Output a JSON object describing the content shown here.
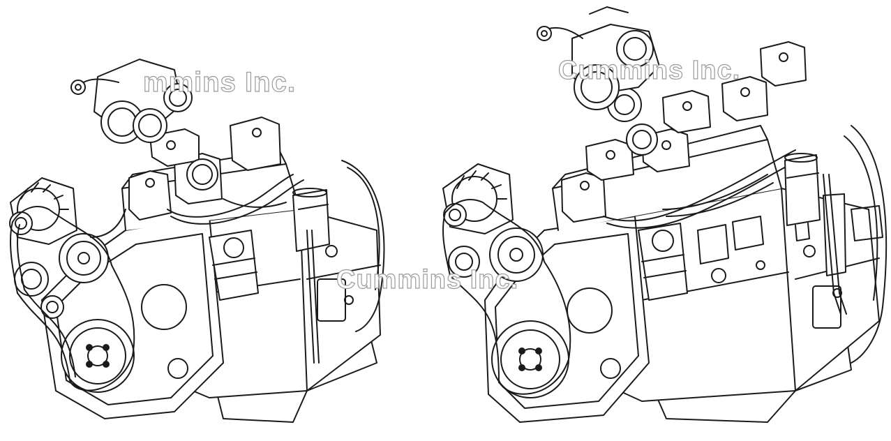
{
  "figure": {
    "watermark_text": "Cummins Inc.",
    "watermarks": [
      "mmins Inc.",
      "Cummins Inc.",
      "Cummins Inc."
    ],
    "line_color": "#1a1a1a",
    "background": "#ffffff"
  },
  "engines": [
    {
      "id": "left-engine",
      "icon": "diesel-engine-4cyl-icon"
    },
    {
      "id": "right-engine",
      "icon": "diesel-engine-6cyl-icon"
    }
  ]
}
